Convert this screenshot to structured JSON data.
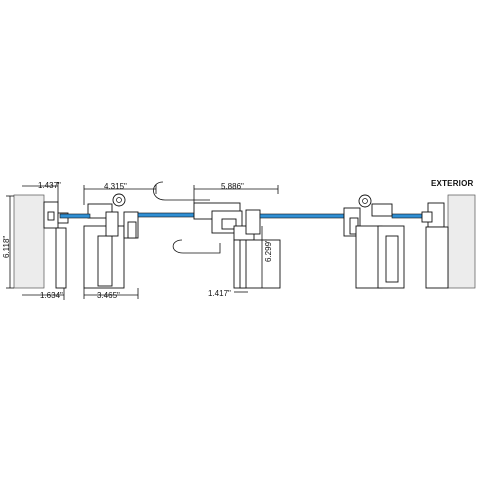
{
  "diagram": {
    "side_label": "EXTERIOR",
    "dimensions": {
      "left_top": "1.437\"",
      "left_height": "6.118\"",
      "left_bottom": "1.634\"",
      "panel_width": "4.315\"",
      "panel_bottom": "3.465\"",
      "center_width": "5.886\"",
      "center_height": "6.299\"",
      "center_bottom": "1.417\""
    }
  }
}
